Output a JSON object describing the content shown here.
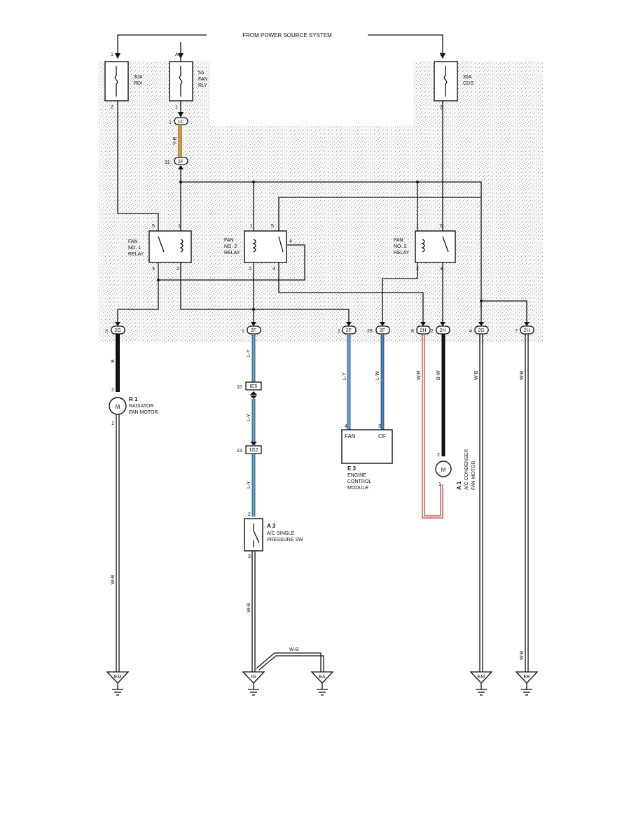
{
  "header": {
    "source_label": "FROM POWER SOURCE SYSTEM"
  },
  "fuses": [
    {
      "id": "rdi",
      "amps": "30A",
      "name": "RDI",
      "pin_top": "1",
      "pin_bottom": "2"
    },
    {
      "id": "fan-rly",
      "amps": "5A",
      "name1": "FAN",
      "name2": "RLY",
      "pin_top": "A",
      "pin_bottom": "1"
    },
    {
      "id": "cds",
      "amps": "30A",
      "name": "CDS",
      "pin_top": "1",
      "pin_bottom": "2"
    }
  ],
  "splices": {
    "c1": {
      "label": "1C",
      "pin": "1"
    },
    "f31": {
      "label": "2F",
      "pin": "31"
    },
    "ie5": {
      "label": "IE5",
      "pin": "10"
    },
    "ig2": {
      "label": "1G2",
      "pin": "13"
    }
  },
  "relays": [
    {
      "id": "relay1",
      "line1": "FAN",
      "line2": "NO. 1",
      "line3": "RELAY",
      "pins": [
        "5",
        "1",
        "3",
        "2"
      ]
    },
    {
      "id": "relay2",
      "line1": "FAN",
      "line2": "NO. 2",
      "line3": "RELAY",
      "pins": [
        "1",
        "5",
        "4",
        "2",
        "3"
      ]
    },
    {
      "id": "relay3",
      "line1": "FAN",
      "line2": "NO. 3",
      "line3": "RELAY",
      "pins": [
        "1",
        "5",
        "2",
        "3"
      ]
    }
  ],
  "connectors": [
    {
      "id": "c2g-3",
      "label": "2G",
      "pin": "3"
    },
    {
      "id": "c2f-1",
      "label": "2F",
      "pin": "1"
    },
    {
      "id": "c2f-2",
      "label": "2F",
      "pin": "2"
    },
    {
      "id": "c2f-28",
      "label": "2F",
      "pin": "28"
    },
    {
      "id": "c2h-8",
      "label": "2H",
      "pin": "8"
    },
    {
      "id": "c2h-2",
      "label": "2H",
      "pin": "2"
    },
    {
      "id": "c2g-4",
      "label": "2G",
      "pin": "4"
    },
    {
      "id": "c2h-7",
      "label": "2H",
      "pin": "7"
    }
  ],
  "wire_colors": {
    "yr": "Y-R",
    "b": "B",
    "ly1": "L-Y",
    "ly2": "L-Y",
    "ly3": "L-Y",
    "ly_ecm": "L-Y",
    "lw": "L-W",
    "wr": "W-R",
    "bw": "B-W",
    "wb1": "W-B",
    "wb2": "W-B",
    "wb3": "W-B",
    "wb4": "W-B",
    "wb5": "W-B",
    "wb6": "W-B",
    "wb7": "W-B"
  },
  "colors": {
    "yr": "#f0a020",
    "ly": "#5aa8e0",
    "lw": "#3a8fd8",
    "wr": "#d03030",
    "black": "#111111"
  },
  "components": {
    "r1": {
      "code": "R 1",
      "line1": "RADIATOR",
      "line2": "FAN MOTOR",
      "pin_top": "2",
      "pin_bottom": "1",
      "symbol": "M"
    },
    "ecm": {
      "code": "E 3",
      "line1": "ENGINE",
      "line2": "CONTROL",
      "line3": "MODULE",
      "term1": "FAN",
      "term2": "CF",
      "pin1": "4",
      "pin2": "3"
    },
    "a3": {
      "code": "A 3",
      "line1": "A/C SINGLE",
      "line2": "PRESSURE SW",
      "pin_top": "2",
      "pin_bottom": "3"
    },
    "a1": {
      "code": "A 1",
      "line1": "A/C CONDENSER",
      "line2": "FAN MOTOR",
      "pin_top": "2",
      "pin_bottom": "1",
      "symbol": "M"
    }
  },
  "grounds": [
    {
      "id": "g-em-left",
      "label": "EM"
    },
    {
      "id": "g-ig",
      "label": "IG"
    },
    {
      "id": "g-ea",
      "label": "EA"
    },
    {
      "id": "g-em-right",
      "label": "EM"
    },
    {
      "id": "g-eb",
      "label": "EB"
    }
  ]
}
